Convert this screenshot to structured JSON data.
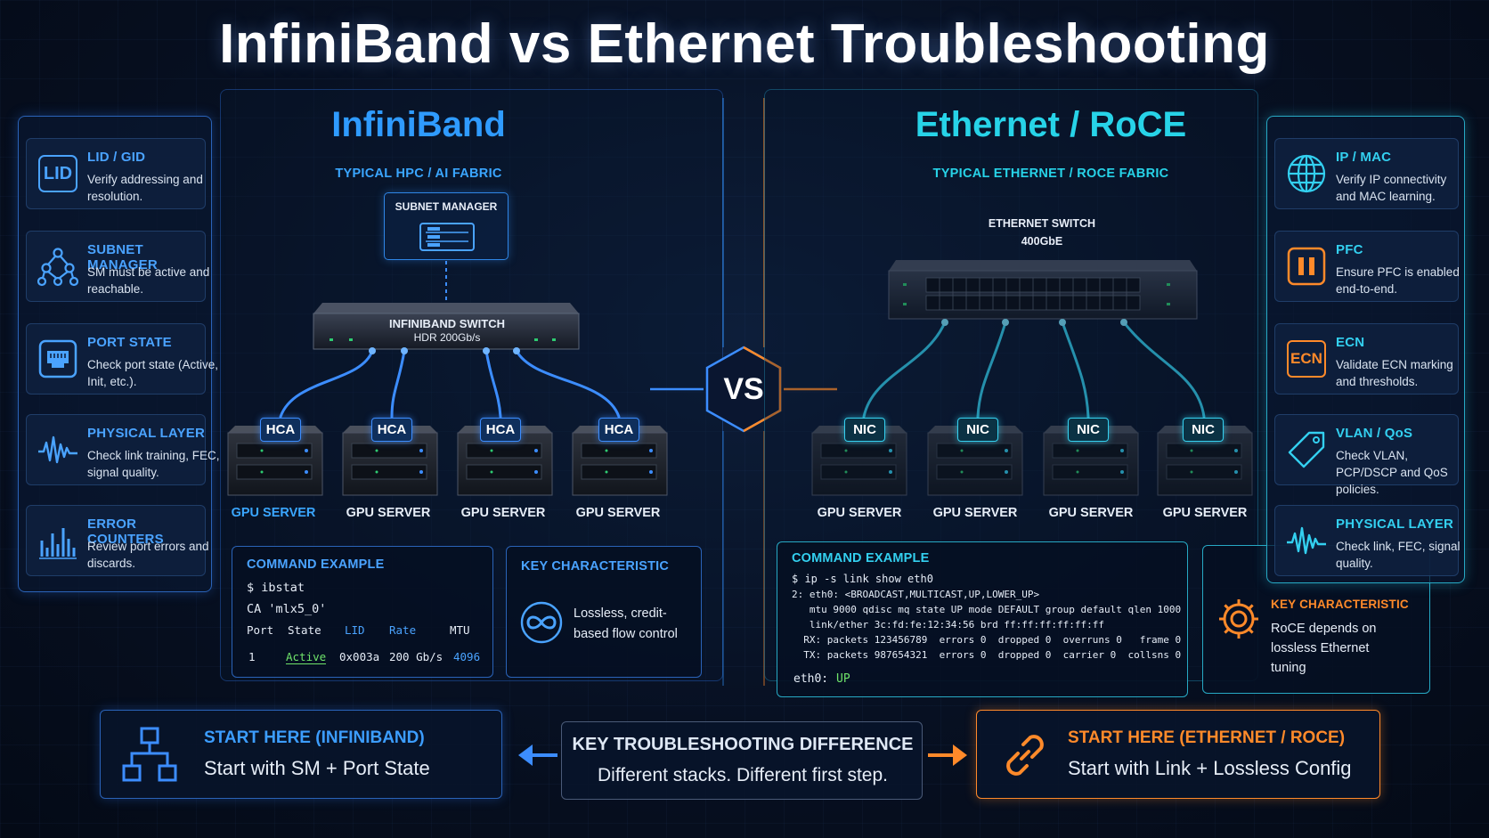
{
  "title": "InfiniBand vs Ethernet Troubleshooting",
  "vs": "VS",
  "left_cards": [
    {
      "icon": "lid-icon",
      "icon_text": "LID",
      "title": "LID / GID",
      "desc": "Verify addressing and resolution."
    },
    {
      "icon": "topology-icon",
      "title": "SUBNET MANAGER",
      "desc": "SM must be active and reachable."
    },
    {
      "icon": "port-icon",
      "title": "PORT STATE",
      "desc": "Check port state (Active, Init, etc.)."
    },
    {
      "icon": "waveform-icon",
      "title": "PHYSICAL LAYER",
      "desc": "Check link training, FEC, signal quality."
    },
    {
      "icon": "bar-chart-icon",
      "title": "ERROR COUNTERS",
      "desc": "Review port errors and discards."
    }
  ],
  "right_cards": [
    {
      "icon": "globe-icon",
      "title": "IP / MAC",
      "desc": "Verify IP connectivity and MAC learning."
    },
    {
      "icon": "pause-icon",
      "title": "PFC",
      "desc": "Ensure PFC is enabled end-to-end."
    },
    {
      "icon": "ecn-icon",
      "icon_text": "ECN",
      "title": "ECN",
      "desc": "Validate ECN marking and thresholds."
    },
    {
      "icon": "tag-icon",
      "title": "VLAN / QoS",
      "desc": "Check VLAN, PCP/DSCP and QoS policies."
    },
    {
      "icon": "waveform-icon",
      "title": "PHYSICAL LAYER",
      "desc": "Check link, FEC, signal quality."
    }
  ],
  "ib": {
    "title": "InfiniBand",
    "subtitle": "TYPICAL HPC / AI FABRIC",
    "subnet_manager": "SUBNET MANAGER",
    "switch_name": "INFINIBAND SWITCH",
    "switch_speed": "HDR 200Gb/s",
    "adapter": "HCA",
    "servers": [
      "GPU SERVER",
      "GPU SERVER",
      "GPU SERVER",
      "GPU SERVER"
    ],
    "command": {
      "header": "COMMAND EXAMPLE",
      "line1": "$ ibstat",
      "line2": "CA 'mlx5_0'",
      "cols": [
        "Port",
        "State",
        "LID",
        "Rate",
        "MTU"
      ],
      "row": [
        "1",
        "Active",
        "0x003a",
        "200 Gb/s",
        "4096"
      ]
    },
    "key": {
      "header": "KEY CHARACTERISTIC",
      "text": "Lossless, credit-based flow control"
    }
  },
  "eth": {
    "title": "Ethernet / RoCE",
    "subtitle": "TYPICAL ETHERNET / ROCE FABRIC",
    "switch_name": "ETHERNET SWITCH",
    "switch_speed": "400GbE",
    "adapter": "NIC",
    "servers": [
      "GPU SERVER",
      "GPU SERVER",
      "GPU SERVER",
      "GPU SERVER"
    ],
    "command": {
      "header": "COMMAND EXAMPLE",
      "lines": [
        "$ ip -s link show eth0",
        "2: eth0: <BROADCAST,MULTICAST,UP,LOWER_UP>",
        "   mtu 9000 qdisc mq state UP mode DEFAULT group default qlen 1000",
        "   link/ether 3c:fd:fe:12:34:56 brd ff:ff:ff:ff:ff:ff",
        "  RX: packets 123456789  errors 0  dropped 0  overruns 0   frame 0",
        "  TX: packets 987654321  errors 0  dropped 0  carrier 0  collsns 0"
      ],
      "status_label": "eth0:",
      "status_value": "UP"
    },
    "key": {
      "header": "KEY CHARACTERISTIC",
      "text": "RoCE depends on lossless Ethernet tuning"
    }
  },
  "bottom": {
    "left": {
      "title": "START HERE (INFINIBAND)",
      "text": "Start with SM + Port State"
    },
    "center": {
      "title": "KEY TROUBLESHOOTING DIFFERENCE",
      "text": "Different stacks. Different first step."
    },
    "right": {
      "title": "START HERE (ETHERNET / ROCE)",
      "text": "Start with Link + Lossless Config"
    }
  },
  "colors": {
    "ib_accent": "#3c8dff",
    "eth_accent": "#35d1f0",
    "orange": "#ff8a2a",
    "green": "#6fe36a"
  }
}
